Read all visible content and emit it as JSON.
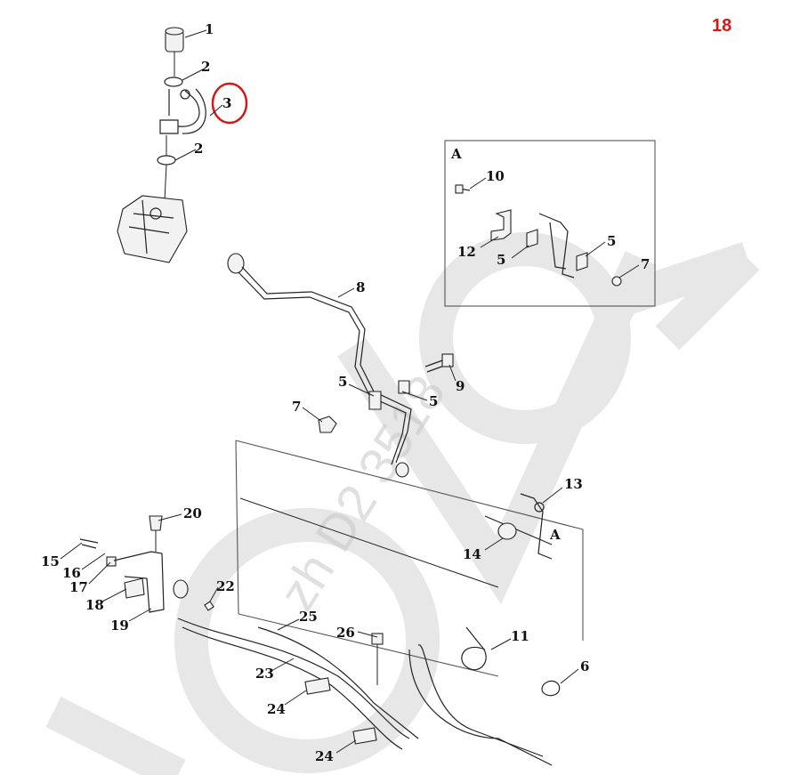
{
  "page": {
    "number": "18",
    "number_color": "#d11a1a"
  },
  "highlight": {
    "callout": "3",
    "color": "#d11a1a"
  },
  "detail": {
    "label": "A",
    "ref_label": "A"
  },
  "watermark": {
    "big": "VOLVO",
    "small": "zh D2 3518",
    "color": "#c8c8c8"
  },
  "callouts": {
    "c1": "1",
    "c2a": "2",
    "c2b": "2",
    "c3": "3",
    "c5a": "5",
    "c5b": "5",
    "c5c": "5",
    "c5d": "5",
    "c6": "6",
    "c7a": "7",
    "c7b": "7",
    "c8": "8",
    "c9": "9",
    "c10": "10",
    "c11": "11",
    "c12": "12",
    "c13": "13",
    "c14": "14",
    "c15": "15",
    "c16": "16",
    "c17": "17",
    "c18": "18",
    "c19": "19",
    "c20": "20",
    "c22": "22",
    "c23": "23",
    "c24a": "24",
    "c24b": "24",
    "c25": "25",
    "c26": "26"
  }
}
